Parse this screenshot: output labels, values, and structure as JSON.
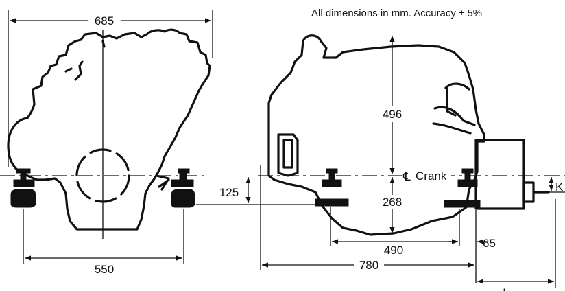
{
  "note": "All dimensions in mm. Accuracy ± 5%",
  "crank_label": "Crank",
  "centerline_symbol": "℄",
  "dimensions": {
    "overall_width": "685",
    "mount_spacing_front": "550",
    "crank_to_mount": "125",
    "height_above_crank": "496",
    "depth_below_crank": "268",
    "mount_spacing_side": "490",
    "overall_length": "780",
    "flange_offset": "65",
    "shaft_height": "K",
    "shaft_length": "L"
  }
}
